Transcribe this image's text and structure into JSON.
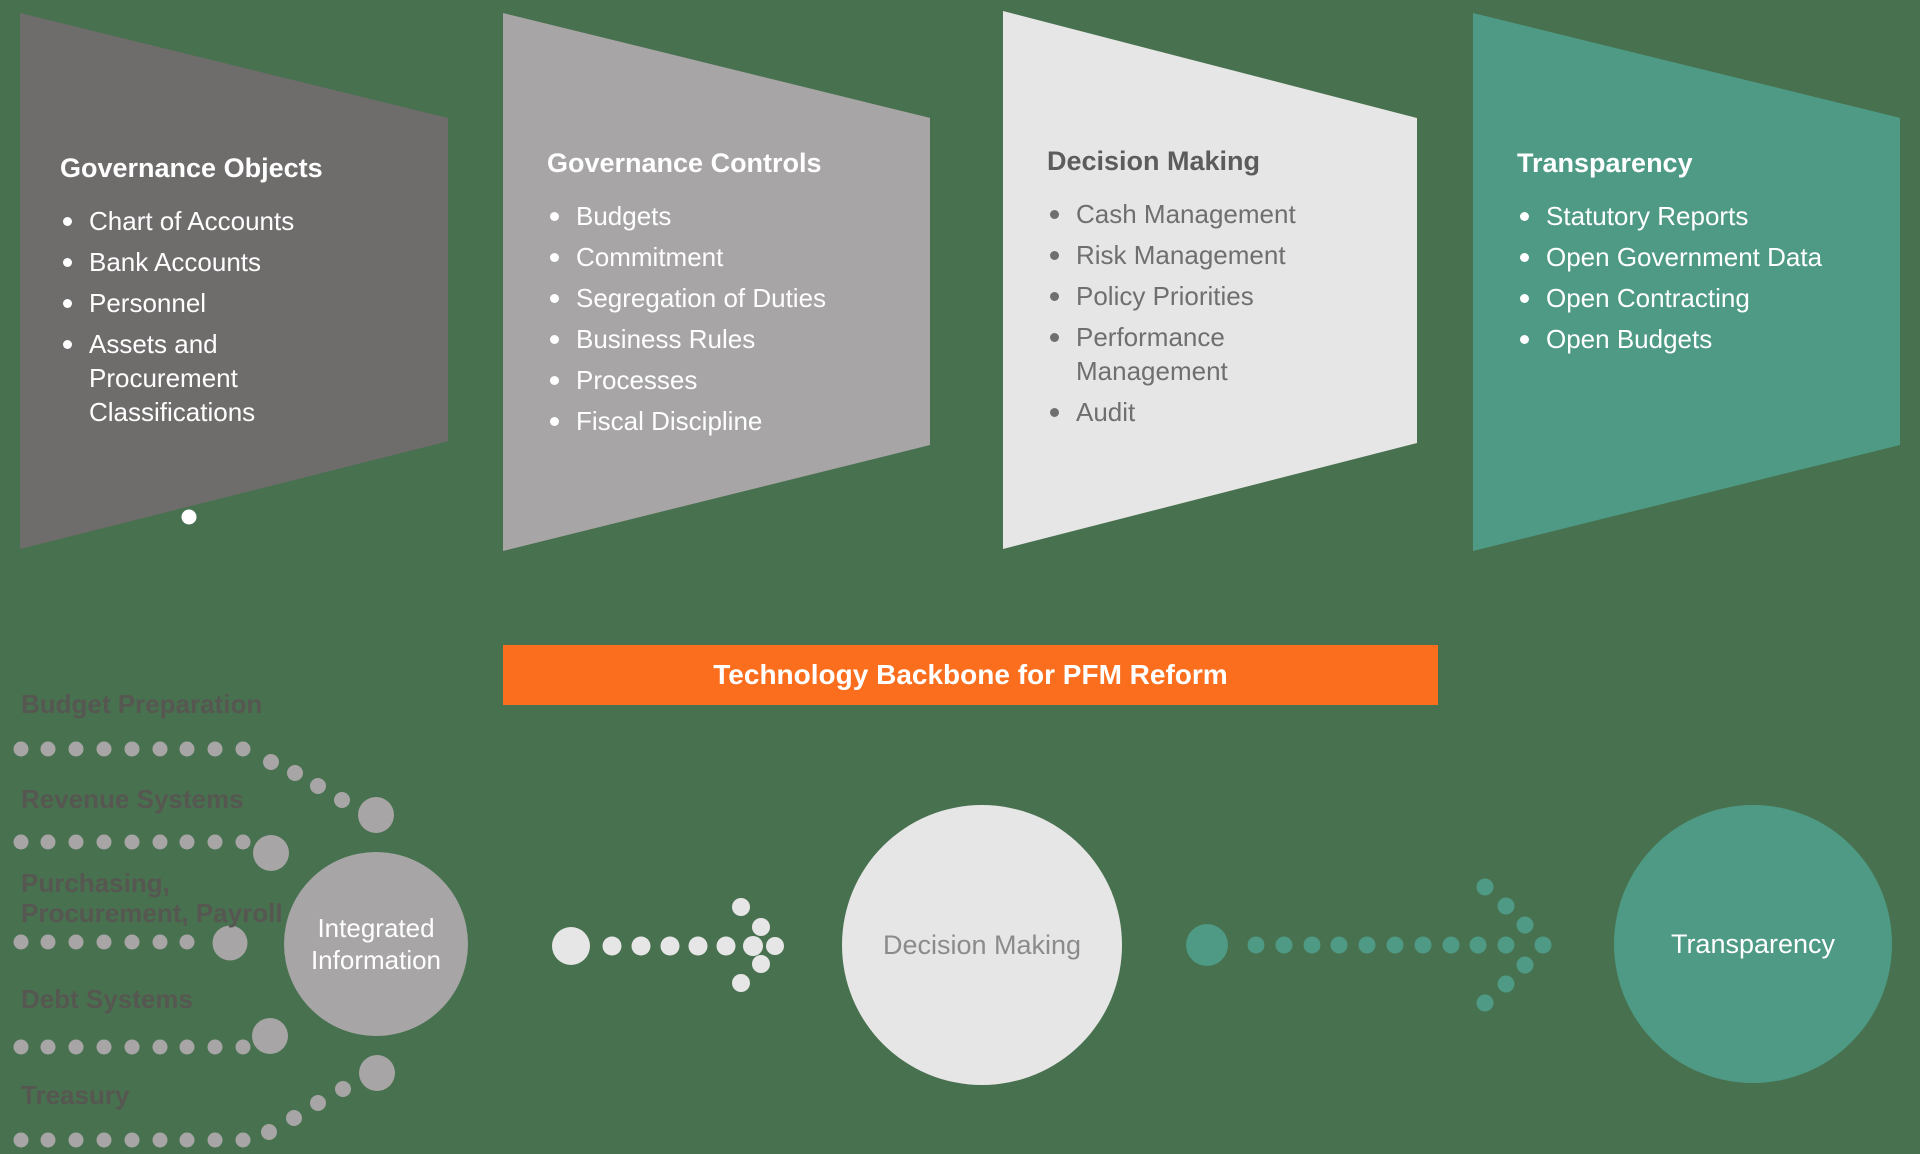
{
  "background_color": "#48714F",
  "panels": [
    {
      "title": "Governance Objects",
      "items": [
        "Chart of Accounts",
        "Bank Accounts",
        "Personnel",
        "Assets and Procurement Classifications"
      ],
      "bg": "#6F6C6C",
      "title_color": "#FFFFFF",
      "text_color": "#FFFFFF"
    },
    {
      "title": "Governance Controls",
      "items": [
        "Budgets",
        "Commitment",
        "Segregation of Duties",
        "Business Rules",
        "Processes",
        "Fiscal Discipline"
      ],
      "bg": "#A7A5A5",
      "title_color": "#FFFFFF",
      "text_color": "#FFFFFF"
    },
    {
      "title": "Decision Making",
      "items": [
        "Cash Management",
        "Risk Management",
        "Policy Priorities",
        "Performance Management",
        "Audit"
      ],
      "bg": "#E7E6E6",
      "title_color": "#5C5C5C",
      "text_color": "#6F6F6F"
    },
    {
      "title": "Transparency",
      "items": [
        "Statutory Reports",
        "Open Government Data",
        "Open Contracting",
        "Open Budgets"
      ],
      "bg": "#4E9A85",
      "title_color": "#FFFFFF",
      "text_color": "#FFFFFF"
    }
  ],
  "banner": {
    "label": "Technology Backbone for PFM Reform",
    "bg": "#FA6E1E",
    "text_color": "#FFFFFF"
  },
  "flow": {
    "sources": [
      "Budget Preparation",
      "Revenue Systems",
      "Purchasing,\nProcurement, Payroll",
      "Debt Systems",
      "Treasury"
    ],
    "source_label_color": "#575752",
    "dot_color": "#A7A5A5",
    "edge_dot_color": "#FFFFFF",
    "nodes": [
      {
        "label": "Integrated Information",
        "color": "#A7A5A5",
        "text_color": "#FFFFFF"
      },
      {
        "label": "Decision Making",
        "color": "#E7E6E6",
        "text_color": "#8B8B8B"
      },
      {
        "label": "Transparency",
        "color": "#4E9A85",
        "text_color": "#FFFFFF"
      }
    ],
    "arrow_colors": {
      "integrated_to_decision": "#E7E6E6",
      "decision_to_transparency": "#4E9A85"
    }
  }
}
